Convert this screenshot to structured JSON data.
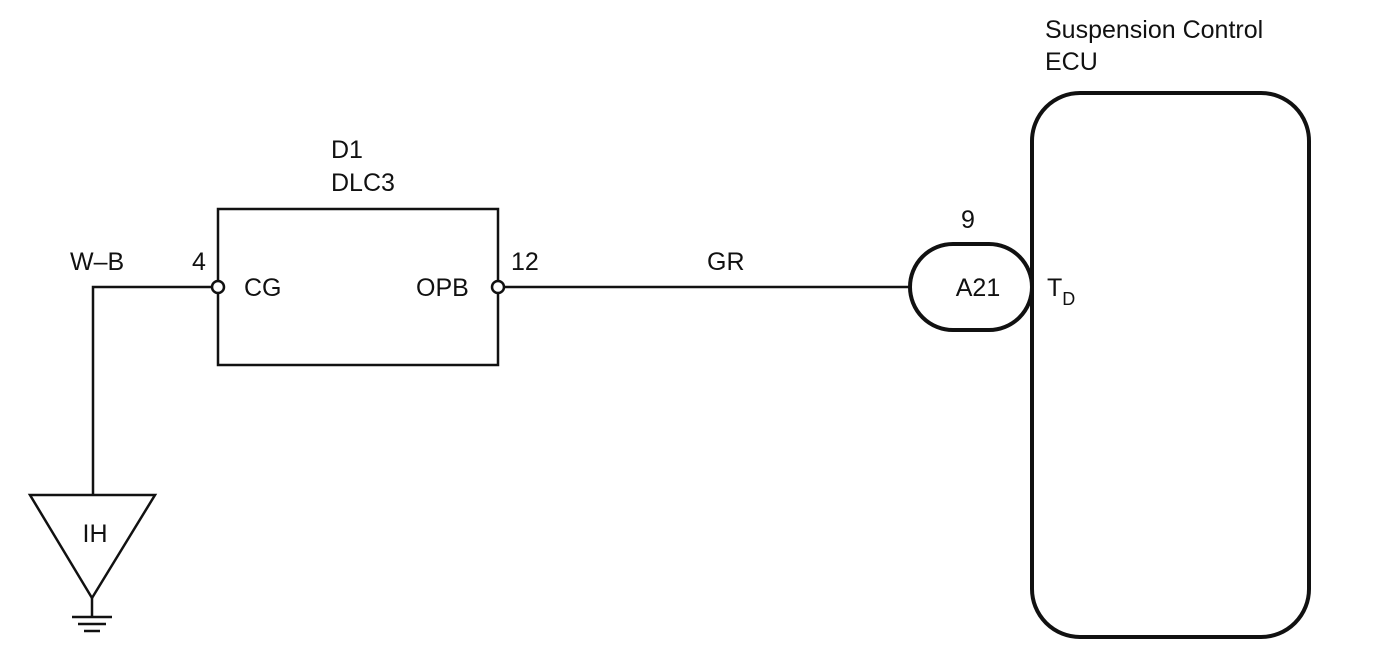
{
  "ecu": {
    "title_line1": "Suspension Control",
    "title_line2": "ECU",
    "terminal_main": "T",
    "terminal_sub": "D"
  },
  "dlc3": {
    "id": "D1",
    "name": "DLC3",
    "pin_left_number": "4",
    "pin_left_name": "CG",
    "pin_right_number": "12",
    "pin_right_name": "OPB"
  },
  "connector": {
    "id": "A21",
    "pin_number": "9"
  },
  "wires": {
    "ground_wire_color": "W–B",
    "signal_wire_color": "GR"
  },
  "ground": {
    "label": "IH"
  }
}
